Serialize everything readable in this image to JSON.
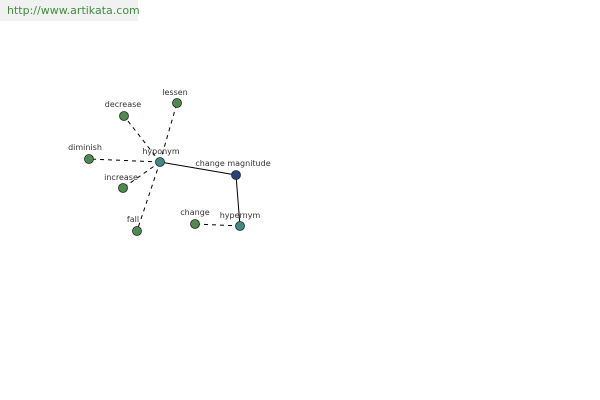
{
  "url_bar": {
    "text": "http://www.artikata.com"
  },
  "colors": {
    "leaf": "#4d8a4d",
    "relation": "#3f8888",
    "center": "#2b3f7f",
    "edge": "#000000",
    "url_text": "#3e8e3e",
    "url_bg": "#f1f1f1"
  },
  "diagram": {
    "nodes": [
      {
        "id": "change-magnitude",
        "label": "change magnitude",
        "kind": "center"
      },
      {
        "id": "hyponym",
        "label": "hyponym",
        "kind": "relation"
      },
      {
        "id": "hypernym",
        "label": "hypernym",
        "kind": "relation"
      },
      {
        "id": "decrease",
        "label": "decrease",
        "kind": "leaf"
      },
      {
        "id": "lessen",
        "label": "lessen",
        "kind": "leaf"
      },
      {
        "id": "diminish",
        "label": "diminish",
        "kind": "leaf"
      },
      {
        "id": "increase",
        "label": "increase",
        "kind": "leaf"
      },
      {
        "id": "fall",
        "label": "fall",
        "kind": "leaf"
      },
      {
        "id": "change",
        "label": "change",
        "kind": "leaf"
      }
    ],
    "edges": [
      {
        "from": "change-magnitude",
        "to": "hyponym",
        "style": "solid"
      },
      {
        "from": "change-magnitude",
        "to": "hypernym",
        "style": "solid"
      },
      {
        "from": "hyponym",
        "to": "decrease",
        "style": "dashed"
      },
      {
        "from": "hyponym",
        "to": "lessen",
        "style": "dashed"
      },
      {
        "from": "hyponym",
        "to": "diminish",
        "style": "dashed"
      },
      {
        "from": "hyponym",
        "to": "increase",
        "style": "dashed"
      },
      {
        "from": "hyponym",
        "to": "fall",
        "style": "dashed"
      },
      {
        "from": "hypernym",
        "to": "change",
        "style": "dashed"
      }
    ]
  }
}
